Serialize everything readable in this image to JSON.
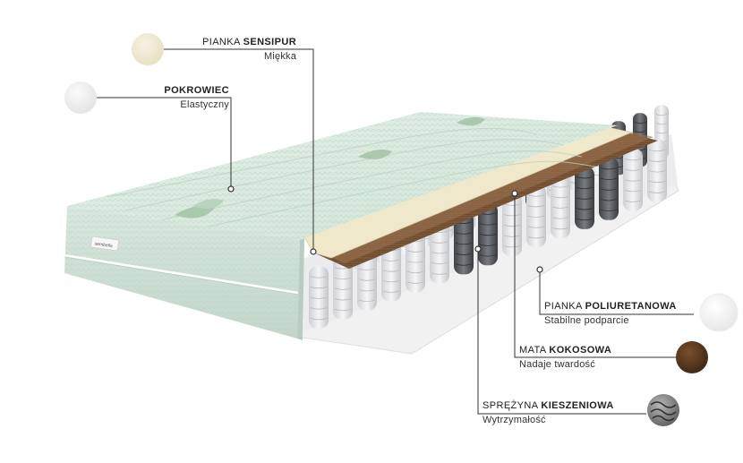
{
  "layers": [
    {
      "id": "sensipur",
      "prefix": "PIANKA ",
      "bold": "SENSIPUR",
      "sub": "Miękka",
      "swatch": "#efe9d3",
      "icon": "foam-swatch-icon"
    },
    {
      "id": "pokrowiec",
      "prefix": "",
      "bold": "POKROWIEC",
      "sub": "Elastyczny",
      "swatch": "#eeeeee",
      "icon": "fabric-swatch-icon"
    },
    {
      "id": "poliuretanowa",
      "prefix": "PIANKA ",
      "bold": "POLIURETANOWA",
      "sub": "Stabilne podparcie",
      "swatch": "#f3f3f3",
      "icon": "foam-swatch-icon"
    },
    {
      "id": "kokosowa",
      "prefix": "MATA ",
      "bold": "KOKOSOWA",
      "sub": "Nadaje twardość",
      "swatch": "#5a3a22",
      "icon": "coconut-swatch-icon"
    },
    {
      "id": "kieszeniowa",
      "prefix": "SPRĘŻYNA ",
      "bold": "KIESZENIOWA",
      "sub": "Wytrzymałość",
      "swatch": "#7d7d7d",
      "icon": "spring-swatch-icon"
    }
  ],
  "brand_tag": "sembella",
  "colors": {
    "cover": "#dfeee4",
    "cover_dark": "#c9ddd0",
    "foam": "#efe9cf",
    "coconut": "#7a5636",
    "spring": "#e9e9ec",
    "spring_dark": "#55585c",
    "base": "#f2f2f2",
    "line": "#333333"
  }
}
